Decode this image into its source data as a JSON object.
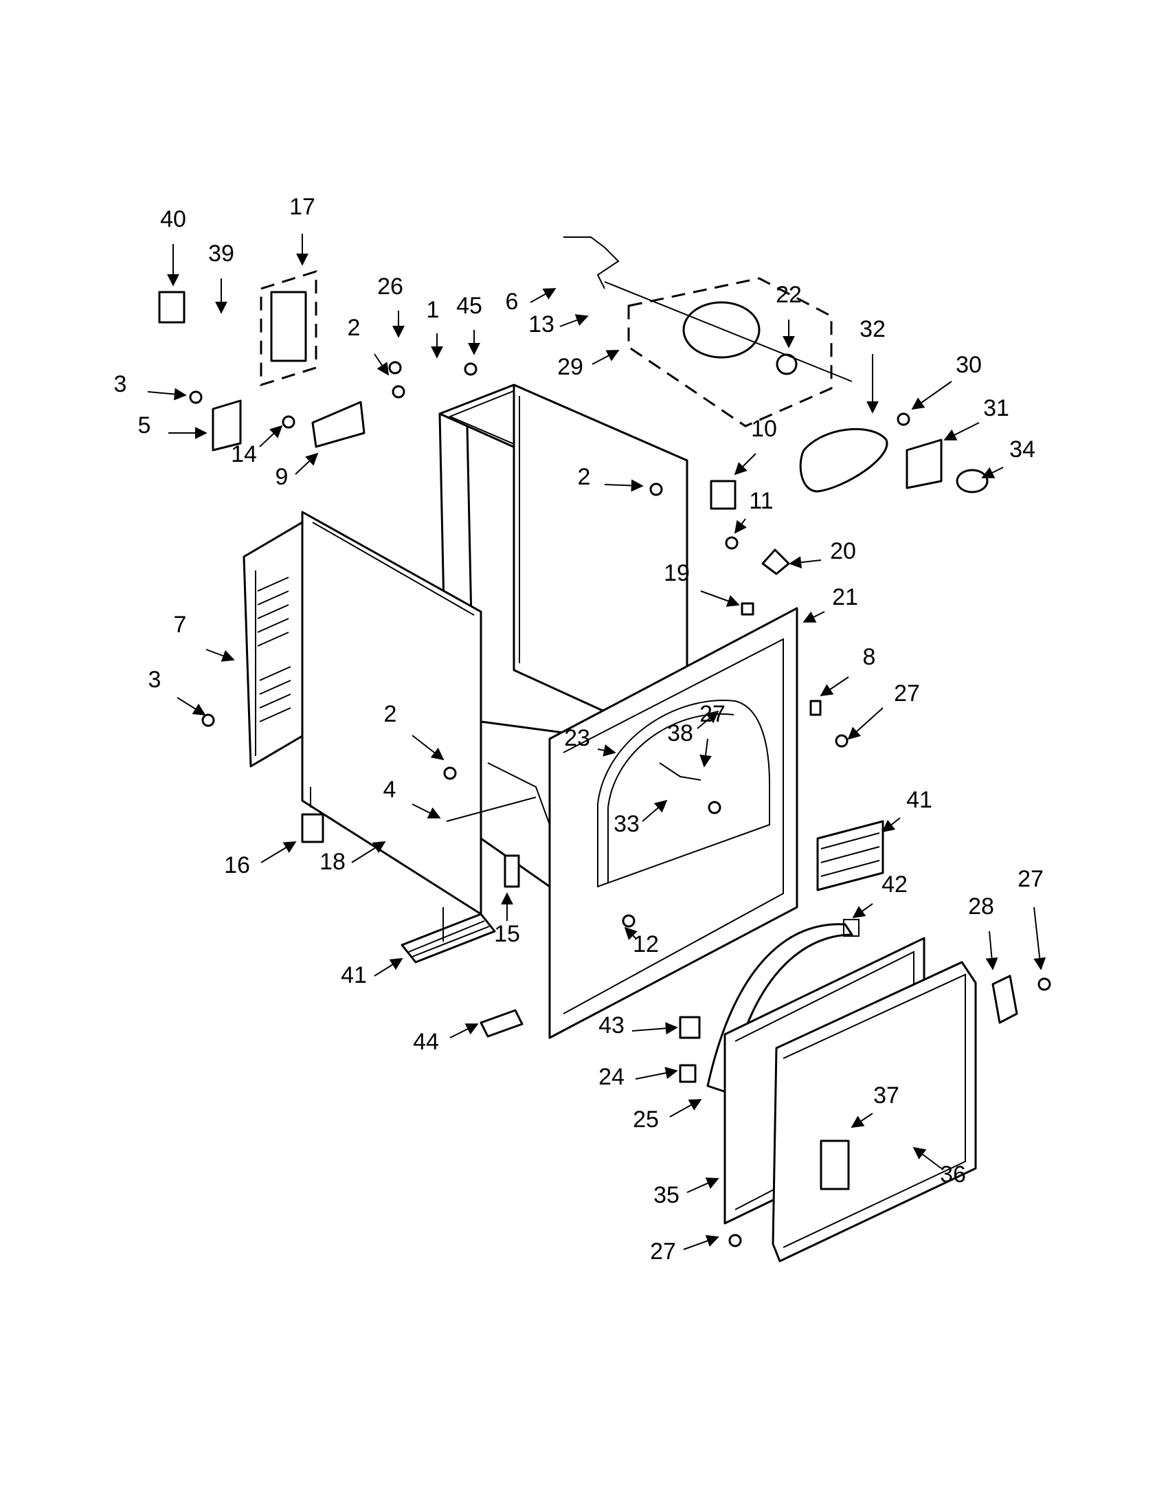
{
  "callouts": [
    {
      "label": "40"
    },
    {
      "label": "39"
    },
    {
      "label": "17"
    },
    {
      "label": "26"
    },
    {
      "label": "1"
    },
    {
      "label": "45"
    },
    {
      "label": "2"
    },
    {
      "label": "3"
    },
    {
      "label": "5"
    },
    {
      "label": "14"
    },
    {
      "label": "9"
    },
    {
      "label": "6"
    },
    {
      "label": "13"
    },
    {
      "label": "29"
    },
    {
      "label": "22"
    },
    {
      "label": "32"
    },
    {
      "label": "30"
    },
    {
      "label": "31"
    },
    {
      "label": "34"
    },
    {
      "label": "10"
    },
    {
      "label": "2"
    },
    {
      "label": "11"
    },
    {
      "label": "20"
    },
    {
      "label": "19"
    },
    {
      "label": "21"
    },
    {
      "label": "7"
    },
    {
      "label": "8"
    },
    {
      "label": "27"
    },
    {
      "label": "3"
    },
    {
      "label": "38"
    },
    {
      "label": "27"
    },
    {
      "label": "2"
    },
    {
      "label": "23"
    },
    {
      "label": "4"
    },
    {
      "label": "33"
    },
    {
      "label": "41"
    },
    {
      "label": "16"
    },
    {
      "label": "18"
    },
    {
      "label": "15"
    },
    {
      "label": "12"
    },
    {
      "label": "42"
    },
    {
      "label": "28"
    },
    {
      "label": "27"
    },
    {
      "label": "41"
    },
    {
      "label": "44"
    },
    {
      "label": "43"
    },
    {
      "label": "24"
    },
    {
      "label": "25"
    },
    {
      "label": "37"
    },
    {
      "label": "35"
    },
    {
      "label": "36"
    },
    {
      "label": "27"
    }
  ]
}
